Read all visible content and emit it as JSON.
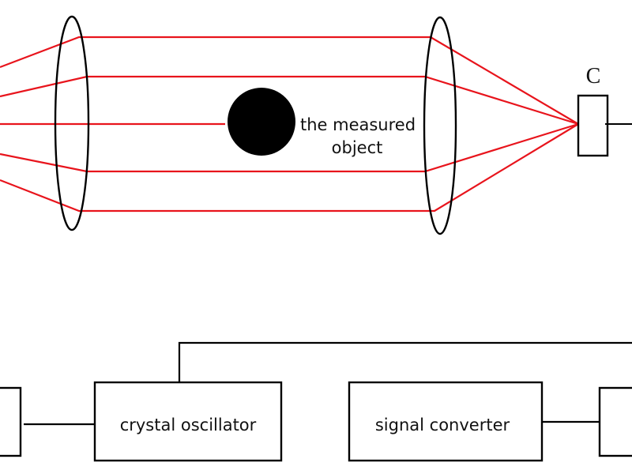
{
  "diagram": {
    "title": "Optical measurement setup with signal processing chain",
    "colors": {
      "ray": "#e8141c",
      "stroke": "#000000",
      "object": "#000000",
      "background": "#ffffff"
    },
    "optics": {
      "object_label_line1": "the measured",
      "object_label_line2": "object",
      "detector_label": "C",
      "components": [
        {
          "id": "left-lens",
          "type": "convex-lens"
        },
        {
          "id": "measured-object",
          "type": "opaque-disc"
        },
        {
          "id": "right-lens",
          "type": "convex-lens"
        },
        {
          "id": "detector-c",
          "type": "photodetector"
        }
      ],
      "ray_count": 5
    },
    "blocks": {
      "left_partial_label": "",
      "crystal_oscillator": "crystal oscillator",
      "signal_converter": "signal converter",
      "right_partial_label": ""
    },
    "connections": [
      {
        "from": "left-partial-block",
        "to": "crystal-oscillator"
      },
      {
        "from": "crystal-oscillator",
        "to": "off-canvas-right",
        "route": "up-and-right"
      },
      {
        "from": "signal-converter",
        "to": "right-partial-block"
      },
      {
        "from": "detector-c",
        "to": "off-canvas-right"
      }
    ]
  }
}
